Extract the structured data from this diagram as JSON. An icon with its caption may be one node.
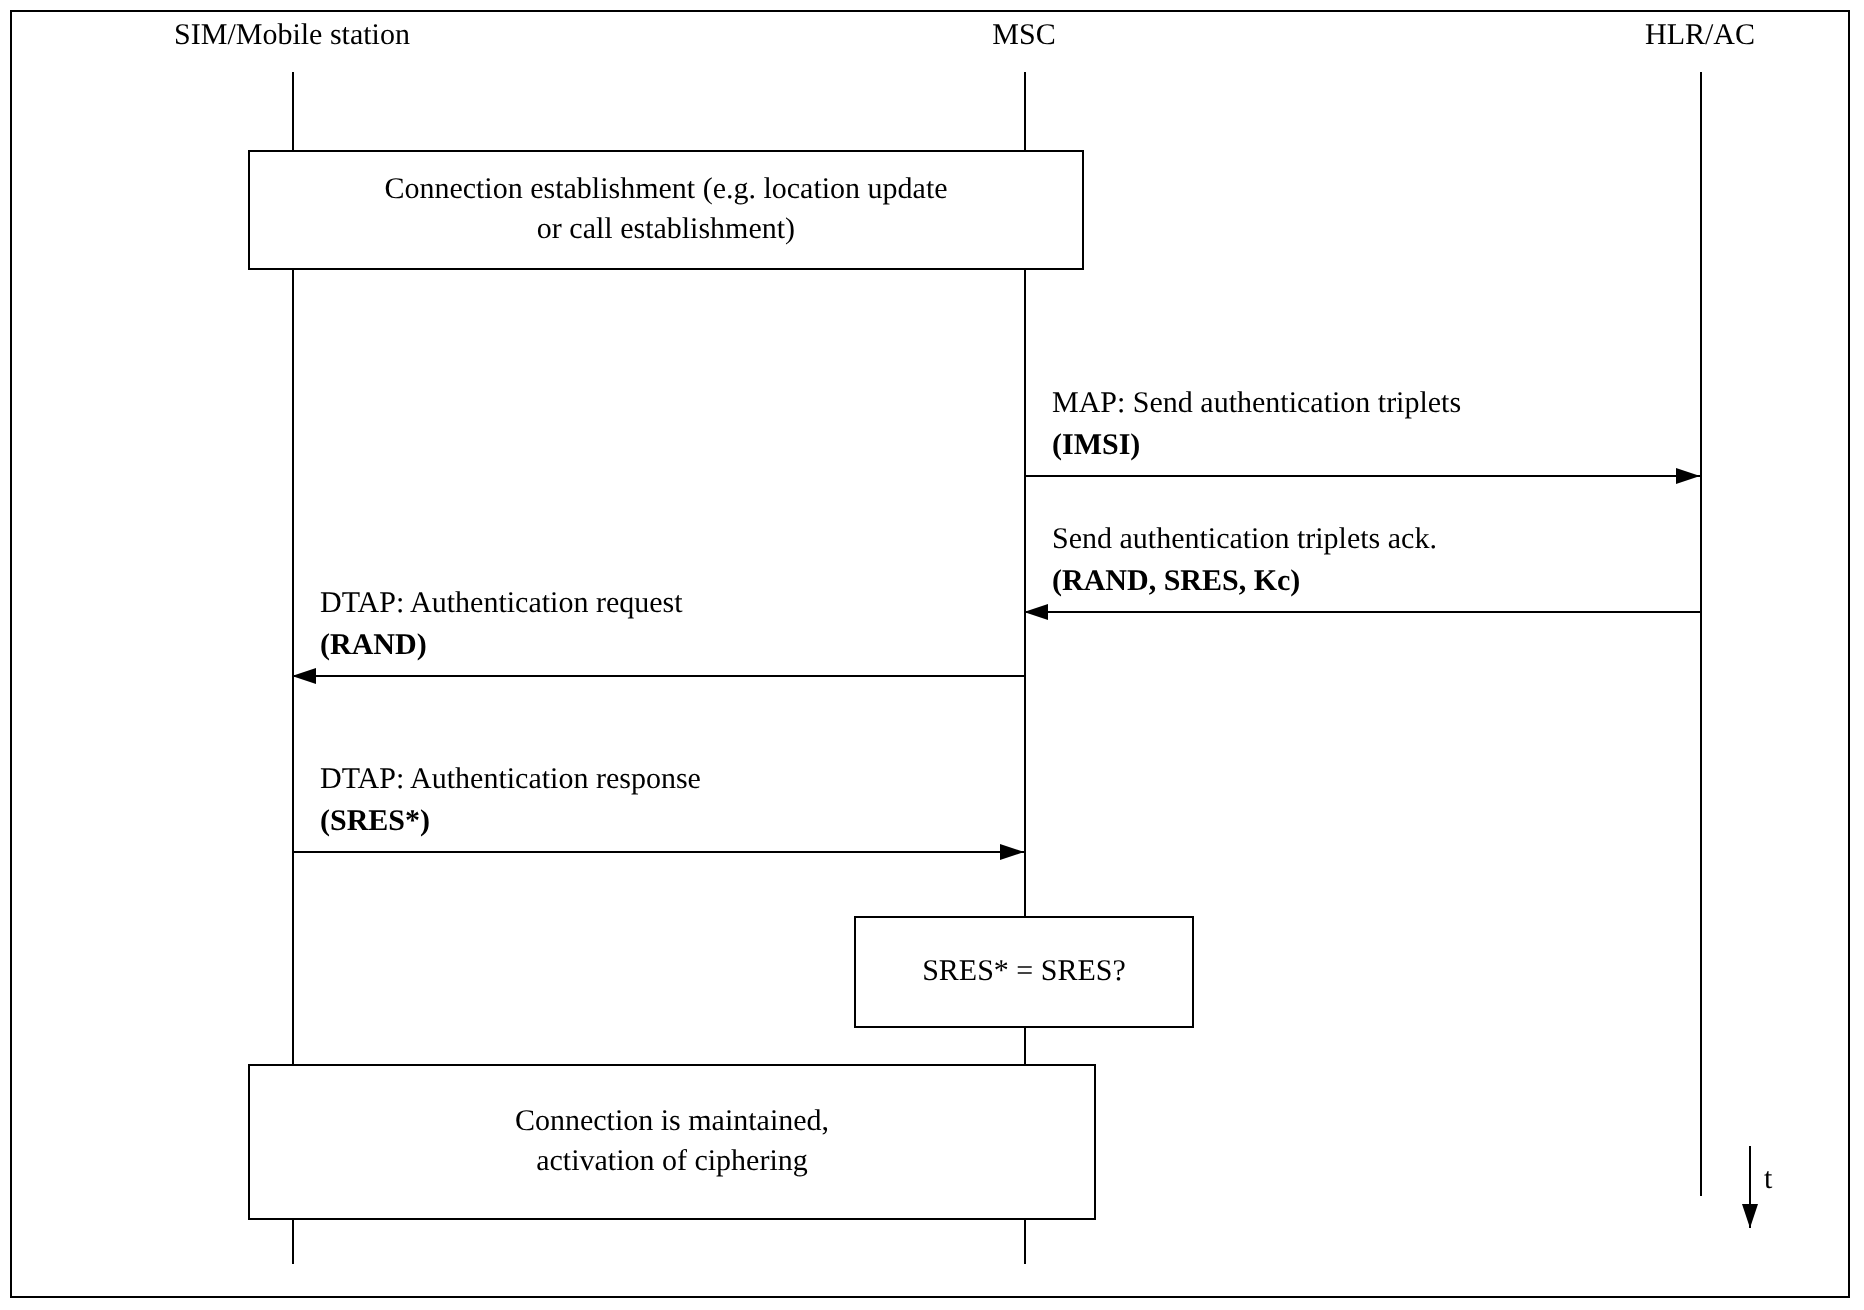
{
  "diagram": {
    "nodes": [
      {
        "text": [
          "SIM/Mobile station"
        ]
      },
      {
        "text": [
          "MSC"
        ]
      },
      {
        "text": [
          "HLR/AC"
        ]
      },
      {
        "text": [
          "Connection establishment (e.g. location update or call establishment)"
        ]
      },
      {
        "text": [
          "SRES* = SRES?"
        ]
      },
      {
        "text": [
          "Connection is maintained, activation of ciphering"
        ]
      }
    ],
    "edges": [
      {
        "from": 1,
        "to": 2,
        "arrow": "to",
        "label": "MAP: Send authentication triplets **(IMSI)**"
      },
      {
        "from": 2,
        "to": 1,
        "arrow": "to",
        "label": "Send authentication triplets ack. **(RAND, SRES, Kc)**"
      },
      {
        "from": 1,
        "to": 0,
        "arrow": "to",
        "label": "DTAP: Authentication request **(RAND)**"
      },
      {
        "from": 0,
        "to": 1,
        "arrow": "to",
        "label": "DTAP: Authentication response **(SRES*)**"
      }
    ],
    "labels": [
      "t"
    ]
  }
}
